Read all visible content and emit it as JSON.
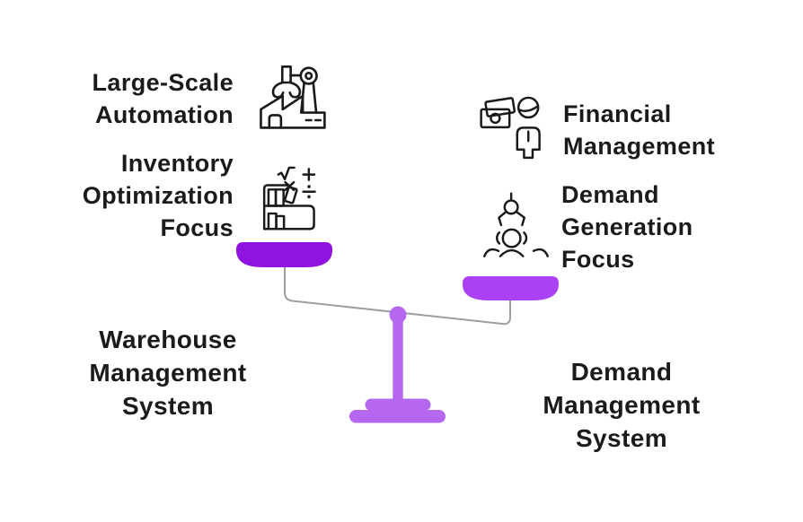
{
  "colors": {
    "background": "#ffffff",
    "text": "#1b1b1b",
    "icon_stroke": "#1a1a1a",
    "left_pan": "#9013df",
    "right_pan": "#ac40f4",
    "stand": "#b568ef",
    "beam": "#9e9e9e"
  },
  "left_column": {
    "features": [
      {
        "icon": "robotic-arm-factory-icon",
        "lines": [
          "Large-Scale",
          "Automation"
        ]
      },
      {
        "icon": "inventory-shelf-calculation-icon",
        "lines": [
          "Inventory",
          "Optimization",
          "Focus"
        ]
      }
    ],
    "system": {
      "lines": [
        "Warehouse",
        "Management",
        "System"
      ]
    }
  },
  "right_column": {
    "features": [
      {
        "icon": "money-person-icon",
        "lines": [
          "Financial",
          "Management"
        ]
      },
      {
        "icon": "claw-crowd-icon",
        "lines": [
          "Demand",
          "Generation",
          "Focus"
        ]
      }
    ],
    "system": {
      "lines": [
        "Demand",
        "Management",
        "System"
      ]
    }
  }
}
